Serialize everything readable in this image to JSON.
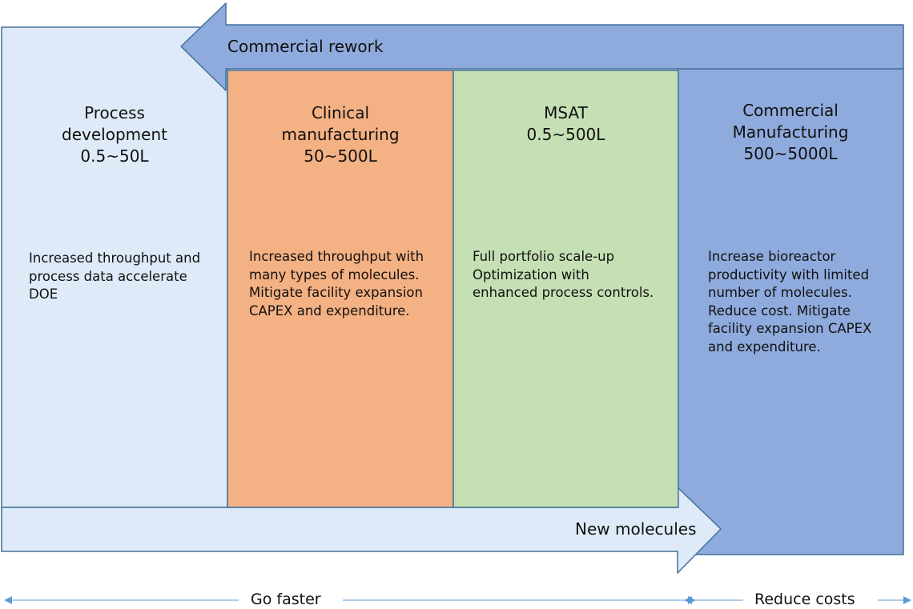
{
  "colors": {
    "pd_fill": "#deeaf7",
    "clinical_fill": "#f4b183",
    "msat_fill": "#c5e0b4",
    "commercial_fill": "#8faadc",
    "stroke": "#41719c",
    "axis": "#5b9bd5"
  },
  "rework_arrow": {
    "label": "Commercial rework"
  },
  "new_molecules_arrow": {
    "label": "New molecules"
  },
  "columns": [
    {
      "id": "process-development",
      "title_lines": [
        "Process",
        "development",
        "0.5~50L"
      ],
      "body_lines": [
        "Increased throughput and",
        "process data accelerate",
        "DOE"
      ]
    },
    {
      "id": "clinical-manufacturing",
      "title_lines": [
        "Clinical",
        "manufacturing",
        "50~500L"
      ],
      "body_lines": [
        "Increased throughput with",
        "many types of molecules.",
        "Mitigate facility expansion",
        "CAPEX and expenditure."
      ]
    },
    {
      "id": "msat",
      "title_lines": [
        "MSAT",
        "0.5~500L"
      ],
      "body_lines": [
        "Full portfolio scale-up",
        "Optimization with",
        "enhanced process controls."
      ]
    },
    {
      "id": "commercial-manufacturing",
      "title_lines": [
        "Commercial",
        "Manufacturing",
        "500~5000L"
      ],
      "body_lines": [
        "Increase bioreactor",
        "productivity with limited",
        "number of molecules.",
        "Reduce cost. Mitigate",
        "facility expansion CAPEX",
        "and expenditure."
      ]
    }
  ],
  "bottom_axis": {
    "go_faster": "Go faster",
    "reduce_costs": "Reduce costs"
  }
}
